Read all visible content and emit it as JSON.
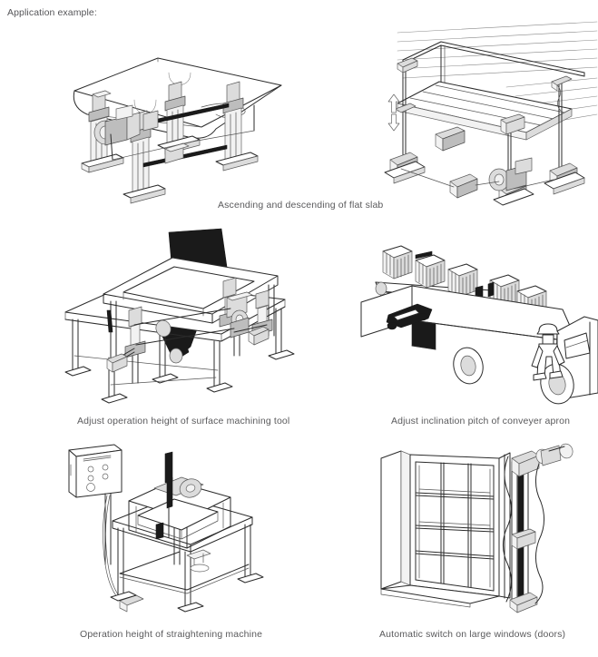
{
  "document": {
    "header": "Application example:",
    "background_color": "#ffffff",
    "text_color": "#58585a"
  },
  "figures": [
    {
      "id": "flat-slab-lift",
      "caption": "Ascending and descending of flat slab",
      "description": "Isometric line drawing of a flat slab table raised by four screw jacks driven by a motor and interconnecting drive shafts",
      "icon": "lifting-table-illustration"
    },
    {
      "id": "suspended-platform",
      "caption": "",
      "description": "Isometric line drawing of a suspended platform on vertical posts with floor mounted gear boxes and up/down motion arrows",
      "icon": "suspended-platform-illustration"
    },
    {
      "id": "surface-machining-tool",
      "caption": "Adjust operation height of surface machining tool",
      "description": "Isometric line drawing of a surface machining tool frame with dark angled belt and height adjusting screw jacks",
      "icon": "machining-tool-illustration"
    },
    {
      "id": "conveyer-apron",
      "caption": "Adjust inclination pitch of conveyer apron",
      "description": "Isometric line drawing of an inclined belt conveyor carrying cartons into a truck with a worker standing on the truck bed",
      "icon": "conveyer-truck-illustration"
    },
    {
      "id": "straightening-machine",
      "caption": "Operation height of straightening machine",
      "description": "Isometric line drawing of a straightening machine on a table frame with a wall mounted control box",
      "icon": "straightening-machine-illustration"
    },
    {
      "id": "large-window-switch",
      "caption": "Automatic switch on large windows (doors)",
      "description": "Isometric line drawing of a large multi pane window with a vertical linear actuator and drive shaft on the frame",
      "icon": "window-actuator-illustration"
    }
  ],
  "captions": {
    "flat_slab": "Ascending and descending of flat slab",
    "machining_tool": "Adjust operation height of surface machining tool",
    "conveyer_apron": "Adjust inclination pitch of conveyer apron",
    "straightening_machine": "Operation height of straightening machine",
    "window_switch": "Automatic switch on large windows (doors)"
  }
}
